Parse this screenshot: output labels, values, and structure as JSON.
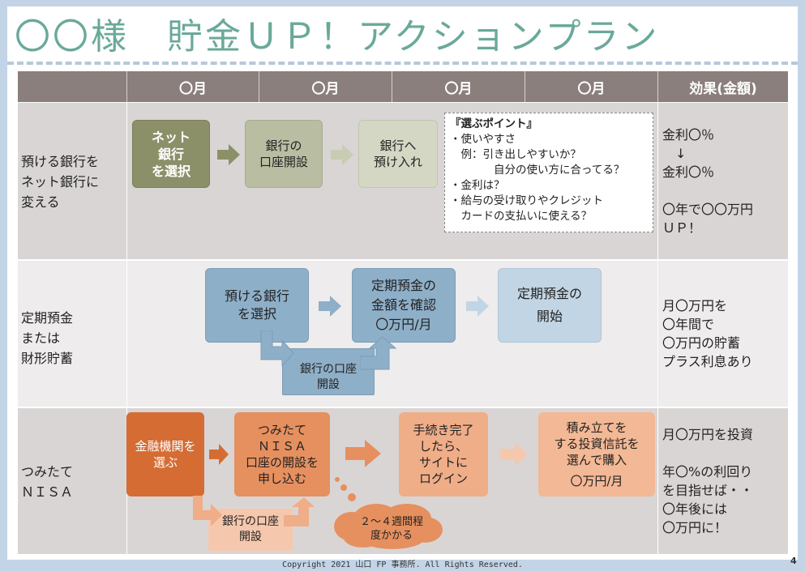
{
  "title": "〇〇様　貯金ＵＰ！アクションプラン",
  "header": {
    "blank": "",
    "months": [
      "〇月",
      "〇月",
      "〇月",
      "〇月"
    ],
    "effect": "効果(金額)"
  },
  "rows": [
    {
      "label": [
        "預ける銀行を",
        "ネット銀行に",
        "変える"
      ],
      "steps": [
        [
          "ネット",
          "銀行",
          "を選択"
        ],
        [
          "銀行の",
          "口座開設"
        ],
        [
          "銀行へ",
          "預け入れ"
        ]
      ],
      "points": {
        "title": "『選ぶポイント』",
        "lines": [
          "・使いやすさ",
          "　例：引き出しやすいか？",
          "　　　　自分の使い方に合ってる？",
          "・金利は？",
          "・給与の受け取りやクレジット",
          "　カードの支払いに使える？"
        ]
      },
      "effect": [
        "金利〇％",
        "　↓",
        "金利〇％",
        "",
        "〇年で〇〇万円",
        "ＵＰ！"
      ]
    },
    {
      "label": [
        "定期預金",
        "または",
        "財形貯蓄"
      ],
      "steps": [
        [
          "預ける銀行",
          "を選択"
        ],
        [
          "定期預金の",
          "金額を確認",
          "〇万円/月"
        ],
        [
          "定期預金の",
          "開始"
        ]
      ],
      "sub": [
        "銀行の口座",
        "開設"
      ],
      "effect": [
        "月〇万円を",
        "〇年間で",
        "〇万円の貯蓄",
        "プラス利息あり"
      ]
    },
    {
      "label": [
        "つみたて",
        "ＮＩＳＡ"
      ],
      "steps": [
        [
          "金融機関を",
          "選ぶ"
        ],
        [
          "つみたて",
          "ＮＩＳＡ",
          "口座の開設を",
          "申し込む"
        ],
        [
          "手続き完了",
          "したら、",
          "サイトに",
          "ログイン"
        ],
        [
          "積み立てを",
          "する投資信託を",
          "選んで購入",
          "〇万円/月"
        ]
      ],
      "sub": [
        "銀行の口座",
        "開設"
      ],
      "cloud": [
        "２～４週間程",
        "度かかる"
      ],
      "effect": [
        "月〇万円を投資",
        "",
        "年〇%の利回り",
        "を目指せば・・",
        "〇年後には",
        "〇万円に！"
      ]
    }
  ],
  "footer": "Copyright 2021 山口 FP 事務所. All Rights Reserved.",
  "page_number": "4",
  "colors": {
    "olive_dark": "#8c9068",
    "olive_mid": "#b9bda2",
    "olive_light": "#d4d7c4",
    "blue_mid": "#8eafc8",
    "blue_light": "#c2d5e4",
    "orange_dark": "#d56c33",
    "orange_mid": "#e6905f",
    "orange_light": "#efad88",
    "orange_pale": "#f5c8ad",
    "header_bg": "#8a7f7c"
  }
}
